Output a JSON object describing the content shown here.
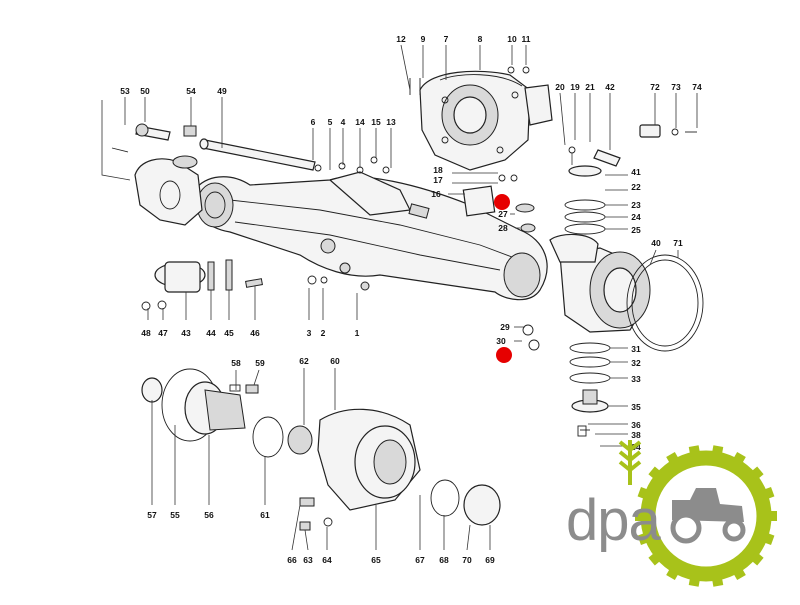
{
  "diagram": {
    "callouts": [
      {
        "id": "c12",
        "text": "12"
      },
      {
        "id": "c9",
        "text": "9"
      },
      {
        "id": "c7",
        "text": "7"
      },
      {
        "id": "c8",
        "text": "8"
      },
      {
        "id": "c10",
        "text": "10"
      },
      {
        "id": "c11",
        "text": "11"
      },
      {
        "id": "c53",
        "text": "53"
      },
      {
        "id": "c50",
        "text": "50"
      },
      {
        "id": "c54",
        "text": "54"
      },
      {
        "id": "c49",
        "text": "49"
      },
      {
        "id": "c6",
        "text": "6"
      },
      {
        "id": "c5",
        "text": "5"
      },
      {
        "id": "c4",
        "text": "4"
      },
      {
        "id": "c14",
        "text": "14"
      },
      {
        "id": "c15",
        "text": "15"
      },
      {
        "id": "c13",
        "text": "13"
      },
      {
        "id": "c20",
        "text": "20"
      },
      {
        "id": "c19",
        "text": "19"
      },
      {
        "id": "c21",
        "text": "21"
      },
      {
        "id": "c42",
        "text": "42"
      },
      {
        "id": "c72",
        "text": "72"
      },
      {
        "id": "c73",
        "text": "73"
      },
      {
        "id": "c74",
        "text": "74"
      },
      {
        "id": "c18",
        "text": "18"
      },
      {
        "id": "c17",
        "text": "17"
      },
      {
        "id": "c16",
        "text": "16"
      },
      {
        "id": "c41",
        "text": "41"
      },
      {
        "id": "c22",
        "text": "22"
      },
      {
        "id": "c23",
        "text": "23"
      },
      {
        "id": "c24",
        "text": "24"
      },
      {
        "id": "c25",
        "text": "25"
      },
      {
        "id": "c27",
        "text": "27"
      },
      {
        "id": "c28",
        "text": "28"
      },
      {
        "id": "c40",
        "text": "40"
      },
      {
        "id": "c71",
        "text": "71"
      },
      {
        "id": "c48",
        "text": "48"
      },
      {
        "id": "c47",
        "text": "47"
      },
      {
        "id": "c43",
        "text": "43"
      },
      {
        "id": "c44",
        "text": "44"
      },
      {
        "id": "c45",
        "text": "45"
      },
      {
        "id": "c46",
        "text": "46"
      },
      {
        "id": "c3",
        "text": "3"
      },
      {
        "id": "c2",
        "text": "2"
      },
      {
        "id": "c1",
        "text": "1"
      },
      {
        "id": "c29",
        "text": "29"
      },
      {
        "id": "c30",
        "text": "30"
      },
      {
        "id": "c31",
        "text": "31"
      },
      {
        "id": "c32",
        "text": "32"
      },
      {
        "id": "c33",
        "text": "33"
      },
      {
        "id": "c35",
        "text": "35"
      },
      {
        "id": "c36",
        "text": "36"
      },
      {
        "id": "c38",
        "text": "38"
      },
      {
        "id": "c34",
        "text": "34"
      },
      {
        "id": "c58",
        "text": "58"
      },
      {
        "id": "c59",
        "text": "59"
      },
      {
        "id": "c62",
        "text": "62"
      },
      {
        "id": "c60",
        "text": "60"
      },
      {
        "id": "c57",
        "text": "57"
      },
      {
        "id": "c55",
        "text": "55"
      },
      {
        "id": "c56",
        "text": "56"
      },
      {
        "id": "c61",
        "text": "61"
      },
      {
        "id": "c66",
        "text": "66"
      },
      {
        "id": "c63",
        "text": "63"
      },
      {
        "id": "c64",
        "text": "64"
      },
      {
        "id": "c65",
        "text": "65"
      },
      {
        "id": "c67",
        "text": "67"
      },
      {
        "id": "c68",
        "text": "68"
      },
      {
        "id": "c70",
        "text": "70"
      },
      {
        "id": "c69",
        "text": "69"
      }
    ],
    "highlight_color": "#e60000"
  },
  "logo": {
    "text": "dpa",
    "text_color": "#8c8c8c",
    "accent_color": "#a8c21a"
  }
}
